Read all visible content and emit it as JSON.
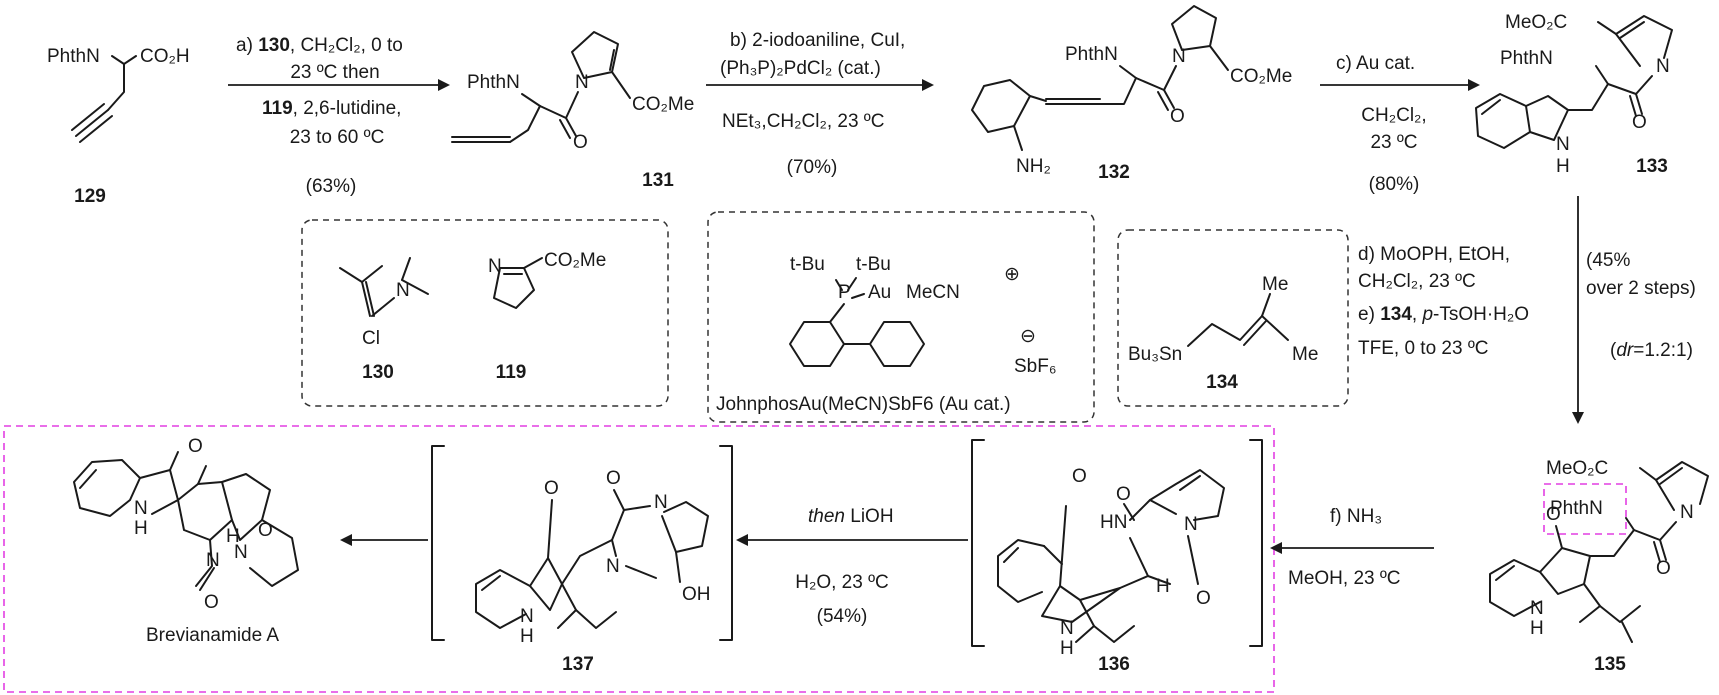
{
  "compounds": {
    "c129": {
      "number": "129",
      "lbl_n": "PhthN",
      "lbl_acid": "CO₂H"
    },
    "c131": {
      "number": "131",
      "lbl_n": "PhthN",
      "lbl_ester": "CO₂Me"
    },
    "c132": {
      "number": "132",
      "lbl_n": "PhthN",
      "lbl_ester": "CO₂Me",
      "lbl_amine": "NH₂"
    },
    "c133": {
      "number": "133",
      "lbl_n": "PhthN",
      "lbl_ester": "MeO₂C",
      "lbl_indole_n": "N",
      "lbl_indole_h": "H"
    },
    "c135": {
      "number": "135",
      "lbl_n": "PhthN",
      "lbl_ester": "MeO₂C"
    },
    "c136": {
      "number": "136"
    },
    "c137": {
      "number": "137"
    },
    "brevianamide": {
      "name": "Brevianamide A"
    },
    "c130": {
      "number": "130",
      "lbl_cl": "Cl"
    },
    "c119": {
      "number": "119",
      "lbl_ester": "CO₂Me"
    },
    "c134": {
      "number": "134",
      "lbl_sn": "Bu₃Sn",
      "lbl_me": "Me"
    },
    "catalyst": {
      "name": "JohnphosAu(MeCN)SbF6 (Au cat.)",
      "tbu": "t-Bu",
      "p": "P",
      "au": "Au",
      "mecn": "MeCN",
      "anion": "SbF₆",
      "plus": "⊕",
      "minus": "⊖"
    }
  },
  "steps": {
    "a": {
      "line1_pre": "a) ",
      "line1_bold": "130",
      "line1_post": ", CH₂Cl₂, 0 to",
      "line2": "23 ºC then",
      "line3_bold": "119",
      "line3_post": ", 2,6-lutidine,",
      "line4": "23 to 60 ºC",
      "yield": "(63%)"
    },
    "b": {
      "line1": "b) 2-iodoaniline, CuI,",
      "line2": "(Ph₃P)₂PdCl₂ (cat.)",
      "line3": "NEt₃,CH₂Cl₂, 23 ºC",
      "yield": "(70%)"
    },
    "c": {
      "line1": "c) Au cat.",
      "line2": "CH₂Cl₂,",
      "line3": "23 ºC",
      "yield": "(80%)"
    },
    "de": {
      "line1": "d) MoOPH, EtOH,",
      "line2": "CH₂Cl₂, 23 ºC",
      "line3_pre": "e) ",
      "line3_bold": "134",
      "line3_mid": ", ",
      "line3_it": "p",
      "line3_post": "-TsOH·H₂O",
      "line4": "TFE, 0 to 23 ºC",
      "yield1": "(45%",
      "yield2": "over 2 steps)",
      "dr_it": "dr",
      "dr_post": "=1.2:1)",
      "dr_pre": "("
    },
    "f": {
      "line1": "f) NH₃",
      "line2": "MeOH, 23 ºC"
    },
    "g": {
      "line1_it": "then",
      "line1_post": " LiOH",
      "line2": "H₂O, 23 ºC",
      "yield": "(54%)"
    }
  },
  "colors": {
    "highlight": "#e23fe2",
    "ink": "#1a1a1a"
  }
}
